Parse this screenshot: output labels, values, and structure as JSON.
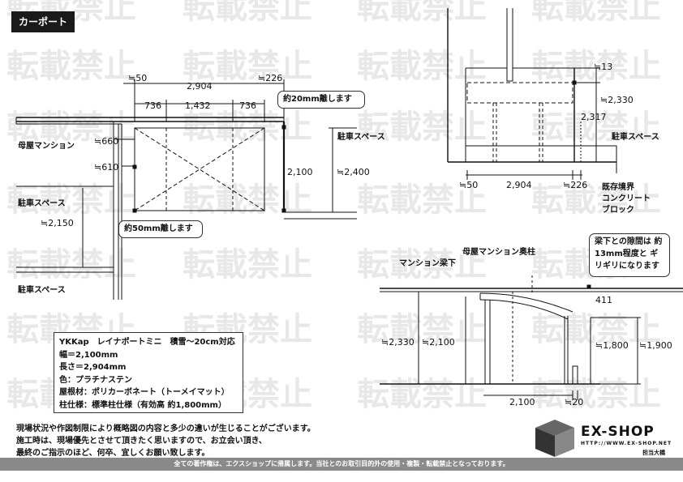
{
  "page": {
    "title": "カーポート",
    "watermark": "転載禁止"
  },
  "plan": {
    "dims": {
      "left_offset": "≒50",
      "total_width": "2,904",
      "right_offset": "≒226",
      "seg_left": "736",
      "seg_mid": "1,432",
      "seg_right": "736",
      "house_a": "≒660",
      "house_b": "≒610",
      "clearance": "≒2,150",
      "depth_inner": "2,100",
      "depth_outer": "≒2,400"
    },
    "labels": {
      "house": "母屋マンション",
      "parking_right": "駐車スペース",
      "parking_left": "駐車スペース",
      "parking_bottom": "駐車スペース"
    },
    "callouts": {
      "gap20": "約20mm離します",
      "gap50": "約50mm離します"
    }
  },
  "side": {
    "dims": {
      "top_small": "≒13",
      "h1": "≒2,330",
      "h2": "2,317",
      "bottom_left": "≒50",
      "bottom_mid": "2,904",
      "bottom_right": "≒226"
    },
    "labels": {
      "parking": "駐車スペース",
      "block": [
        "既存境界",
        "コンクリート",
        "ブロック"
      ]
    }
  },
  "front": {
    "dims": {
      "h_total": "≒2,330",
      "h_inner": "≒2,100",
      "gap": "411",
      "post_h": "≒1,800",
      "post_h2": "≒1,900",
      "width": "2,100",
      "post_off": "≒20"
    },
    "labels": {
      "beam": "マンション梁下",
      "pillar": "母屋マンション奥柱"
    },
    "callout": "梁下との隙間は 約13mm程度と ギリギリになります"
  },
  "spec": [
    "YKKap　レイナポートミニ　積雪～20cm対応",
    "幅＝2,100mm",
    "長さ＝2,904mm",
    "色：プラチナステン",
    "屋根材：ポリカーボネート（トーメイマット）",
    "柱仕様：標準柱仕様（有効高 約1,800mm）"
  ],
  "notes": [
    "現場状況や作図制限により概略図の内容と多少の違いが生じることがございます。",
    "施工時は、現場優先とさせて頂きたく思いますので、お立会い頂き、",
    "最終のご指示のほど、何卒、宜しくお願い致します。"
  ],
  "footer": "全ての著作権は、エクスショップに帰属します。当社とのお取引目的外の使用・複製・転載禁止となっております。",
  "brand": {
    "name": "EX-SHOP",
    "url": "HTTP://WWW.EX-SHOP.NET",
    "staff": "担当大橋"
  },
  "colors": {
    "ink": "#111111",
    "watermark": "#e6e6e6",
    "footer": "#8a8a8a"
  }
}
